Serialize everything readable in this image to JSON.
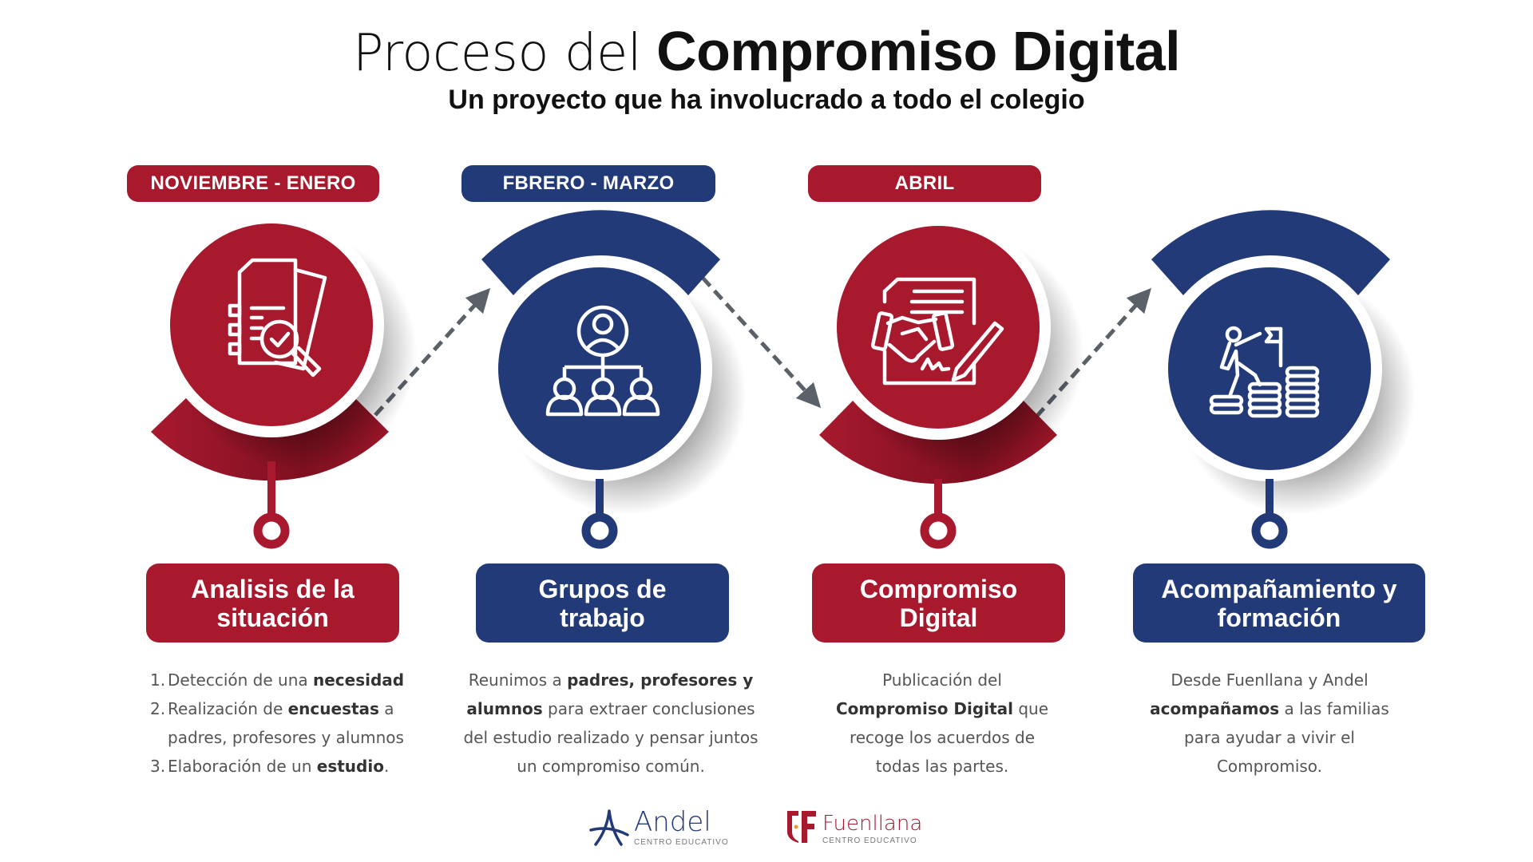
{
  "header": {
    "title_light": "Proceso del",
    "title_bold": "Compromiso Digital",
    "subtitle": "Un proyecto que ha involucrado a todo el colegio"
  },
  "colors": {
    "red": "#a8192e",
    "navy": "#223a77",
    "arrow": "#5a6169",
    "text": "#555555"
  },
  "steps": [
    {
      "period": "NOVIEMBRE - ENERO",
      "color": "red",
      "icon": "document-search-check-icon",
      "title_line1": "Analisis de la",
      "title_line2": "situación",
      "list": [
        {
          "num": "1.",
          "text": "Detección de una ",
          "bold": "necesidad",
          "after": ""
        },
        {
          "num": "2.",
          "text": "Realización de ",
          "bold": "encuestas",
          "after": " a"
        },
        {
          "num": "",
          "text": "padres, profesores y alumnos",
          "bold": "",
          "after": ""
        },
        {
          "num": "3.",
          "text": "Elaboración de un ",
          "bold": "estudio",
          "after": "."
        }
      ]
    },
    {
      "period": "FBRERO - MARZO",
      "color": "navy",
      "icon": "team-hierarchy-icon",
      "title_line1": "Grupos de",
      "title_line2": "trabajo",
      "lines": [
        {
          "pre": "Reunimos a ",
          "bold": "padres, profesores y",
          "post": ""
        },
        {
          "pre": "",
          "bold": "alumnos",
          "post": " para extraer conclusiones"
        },
        {
          "pre": "del estudio realizado y pensar juntos",
          "bold": "",
          "post": ""
        },
        {
          "pre": "un compromiso común.",
          "bold": "",
          "post": ""
        }
      ]
    },
    {
      "period": "ABRIL",
      "color": "red",
      "icon": "handshake-contract-icon",
      "title_line1": "Compromiso",
      "title_line2": "Digital",
      "lines": [
        {
          "pre": "Publicación del",
          "bold": "",
          "post": ""
        },
        {
          "pre": "",
          "bold": "Compromiso Digital",
          "post": " que"
        },
        {
          "pre": "recoge los acuerdos de",
          "bold": "",
          "post": ""
        },
        {
          "pre": "todas las partes.",
          "bold": "",
          "post": ""
        }
      ]
    },
    {
      "period": "",
      "color": "navy",
      "icon": "climbing-goal-flag-icon",
      "title_line1": "Acompañamiento y",
      "title_line2": "formación",
      "lines": [
        {
          "pre": "Desde Fuenllana y Andel",
          "bold": "",
          "post": ""
        },
        {
          "pre": "",
          "bold": "acompañamos",
          "post": " a las familias"
        },
        {
          "pre": "para ayudar a vivir el",
          "bold": "",
          "post": ""
        },
        {
          "pre": "Compromiso.",
          "bold": "",
          "post": ""
        }
      ]
    }
  ],
  "logos": [
    {
      "name": "Andel",
      "sub": "CENTRO EDUCATIVO",
      "color": "#223a77"
    },
    {
      "name": "Fuenllana",
      "sub": "CENTRO EDUCATIVO",
      "color": "#a8192e"
    }
  ]
}
